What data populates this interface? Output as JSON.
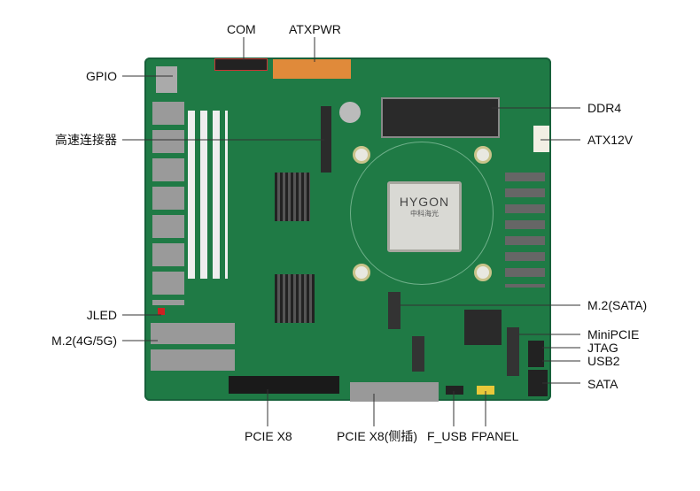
{
  "labels": {
    "com": "COM",
    "atxpwr": "ATXPWR",
    "gpio": "GPIO",
    "hs_connector": "高速连接器",
    "jled": "JLED",
    "m2_4g5g": "M.2(4G/5G)",
    "ddr4": "DDR4",
    "atx12v": "ATX12V",
    "m2_sata": "M.2(SATA)",
    "minipcie": "MiniPCIE",
    "jtag": "JTAG",
    "usb2": "USB2",
    "sata": "SATA",
    "pcie_x8": "PCIE X8",
    "pcie_x8_side": "PCIE X8(侧插)",
    "f_usb": "F_USB",
    "fpanel": "FPANEL"
  },
  "cpu": {
    "brand": "HYGON",
    "sub": "中科海光"
  },
  "colors": {
    "pcb": "#1f7a45",
    "line": "#333333"
  }
}
